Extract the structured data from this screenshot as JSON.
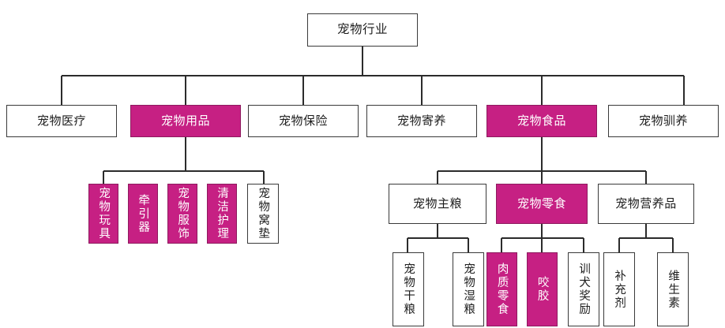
{
  "diagram": {
    "title": "宠物行业",
    "type": "org-tree",
    "colors": {
      "highlight": "#C62083",
      "highlight_border": "#8D1A5E",
      "box_border": "#3A3A3A",
      "box_fill": "#FFFFFF",
      "text": "#1D1D1D",
      "highlight_text": "#FFFFFF",
      "connector": "#2B2B2B"
    },
    "root": {
      "label": "宠物行业",
      "highlighted": false
    },
    "level2": [
      {
        "label": "宠物医疗",
        "highlighted": false
      },
      {
        "label": "宠物用品",
        "highlighted": true
      },
      {
        "label": "宠物保险",
        "highlighted": false
      },
      {
        "label": "宠物寄养",
        "highlighted": false
      },
      {
        "label": "宠物食品",
        "highlighted": true
      },
      {
        "label": "宠物驯养",
        "highlighted": false
      }
    ],
    "supplies_children": [
      {
        "label": "宠物玩具",
        "highlighted": true
      },
      {
        "label": "牵引器",
        "highlighted": true
      },
      {
        "label": "宠物服饰",
        "highlighted": true
      },
      {
        "label": "清洁护理",
        "highlighted": true
      },
      {
        "label": "宠物窝垫",
        "highlighted": false
      }
    ],
    "food_children": [
      {
        "label": "宠物主粮",
        "highlighted": false
      },
      {
        "label": "宠物零食",
        "highlighted": true
      },
      {
        "label": "宠物营养品",
        "highlighted": false
      }
    ],
    "staple_children": [
      {
        "label": "宠物干粮",
        "highlighted": false
      },
      {
        "label": "宠物湿粮",
        "highlighted": false
      }
    ],
    "snack_children": [
      {
        "label": "肉质零食",
        "highlighted": true
      },
      {
        "label": "咬胶",
        "highlighted": true
      },
      {
        "label": "训犬奖励",
        "highlighted": false
      }
    ],
    "nutrition_children": [
      {
        "label": "补充剂",
        "highlighted": false
      },
      {
        "label": "维生素",
        "highlighted": false
      }
    ]
  }
}
